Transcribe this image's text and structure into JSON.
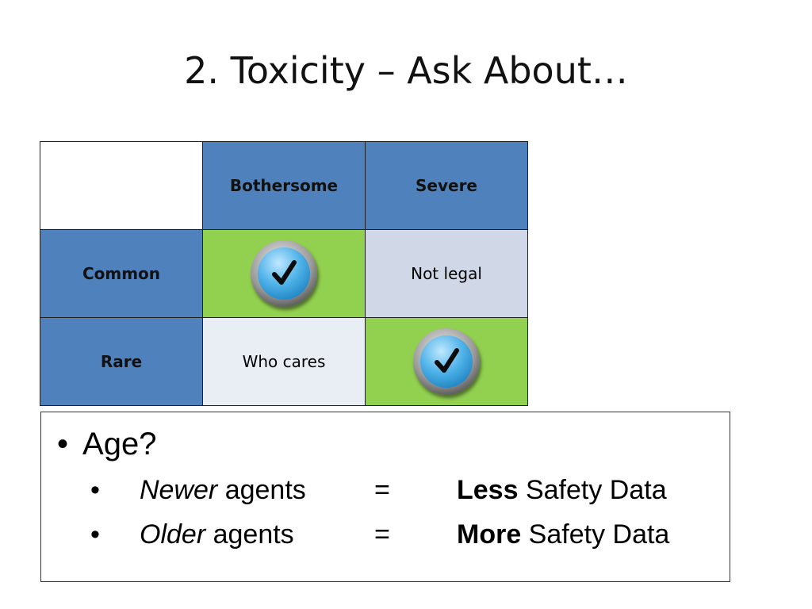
{
  "title": "2. Toxicity – Ask About…",
  "table": {
    "col_headers": [
      "Bothersome",
      "Severe"
    ],
    "row_headers": [
      "Common",
      "Rare"
    ],
    "cells": {
      "common_bothersome": "check-icon",
      "common_severe": "Not legal",
      "rare_bothersome": "Who cares",
      "rare_severe": "check-icon"
    },
    "colors": {
      "header": "#4f81bd",
      "check_cell": "#92d050",
      "grey_cell": "#d0d8e8",
      "light_cell": "#e9edf4"
    }
  },
  "bullets": {
    "top": "Age?",
    "items": [
      {
        "em": "Newer",
        "rest": " agents",
        "eq": "=",
        "strong": "Less",
        "tail": " Safety Data"
      },
      {
        "em": "Older",
        "rest": " agents",
        "eq": "=",
        "strong": "More",
        "tail": " Safety Data"
      }
    ]
  }
}
